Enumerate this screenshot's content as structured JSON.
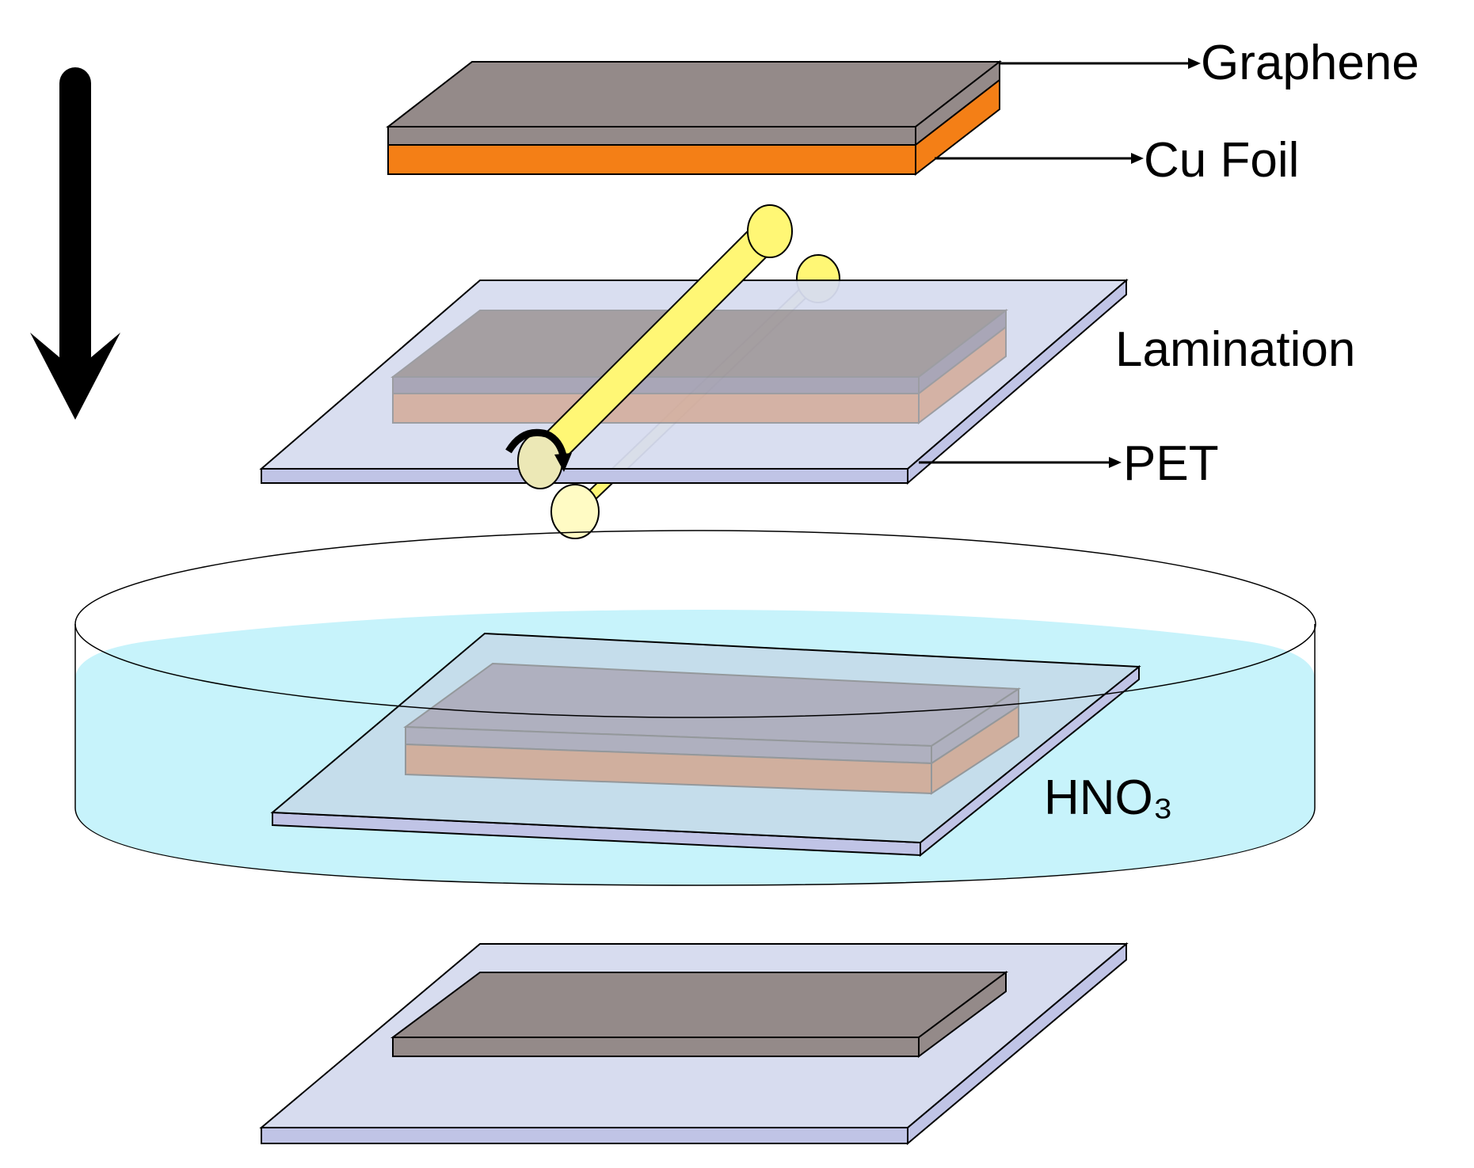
{
  "labels": {
    "graphene": "Graphene",
    "cu_foil": "Cu Foil",
    "lamination": "Lamination",
    "pet": "PET",
    "hno3": "HNO₃"
  },
  "colors": {
    "graphene": "#948a89",
    "graphene_top": "#948a89",
    "cu_foil": "#f47f16",
    "pet": "#d7dcef",
    "pet_edge": "#c0c4e6",
    "roller": "#fff775",
    "roller_end": "#fffbc4",
    "liquid": "#c7f3fb",
    "outline": "#000000"
  },
  "icons": {
    "process_arrow": "down-arrow-icon"
  }
}
